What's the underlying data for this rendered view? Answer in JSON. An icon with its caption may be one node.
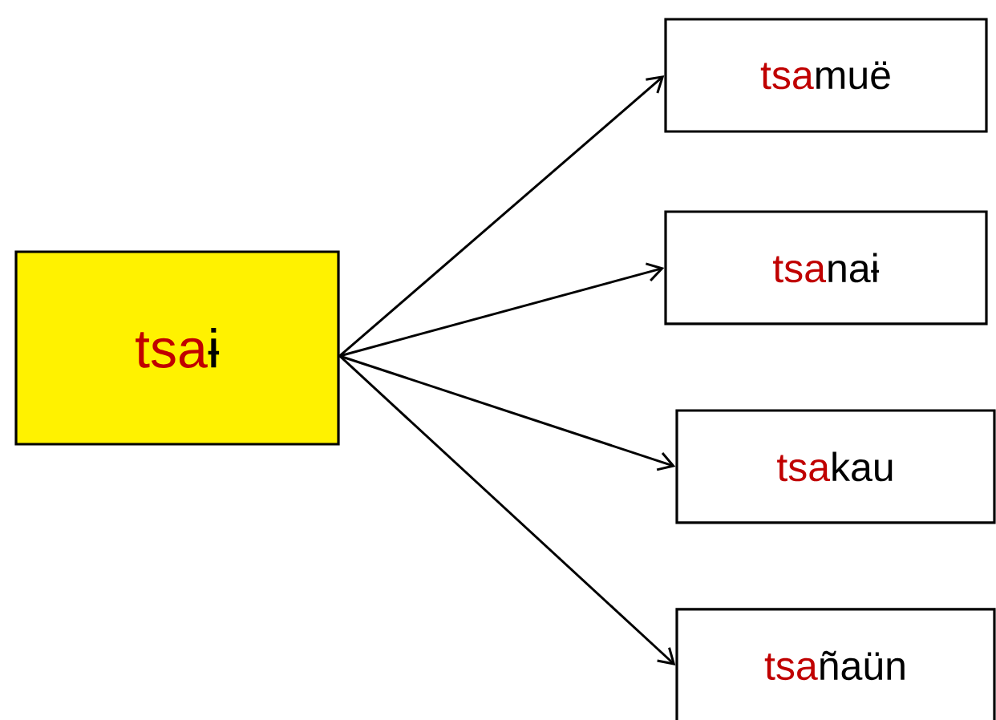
{
  "diagram": {
    "nodes": [
      {
        "text": [
          "tsa",
          "ɨ"
        ]
      },
      {
        "text": [
          "tsa",
          "muë"
        ]
      },
      {
        "text": [
          "tsa",
          "naɨ"
        ]
      },
      {
        "text": [
          "tsa",
          "kau"
        ]
      },
      {
        "text": [
          "tsa",
          "ñaün"
        ]
      }
    ],
    "edges": [
      {
        "from": 0,
        "to": 1,
        "arrow": "to"
      },
      {
        "from": 0,
        "to": 2,
        "arrow": "to"
      },
      {
        "from": 0,
        "to": 3,
        "arrow": "to"
      },
      {
        "from": 0,
        "to": 4,
        "arrow": "to"
      }
    ]
  }
}
